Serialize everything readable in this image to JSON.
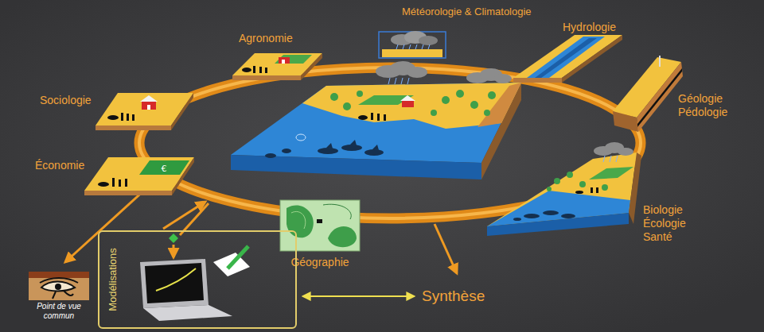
{
  "diagram": {
    "nodes": [
      {
        "text": [
          "Météorologie & Climatologie"
        ]
      },
      {
        "text": [
          "Agronomie"
        ]
      },
      {
        "text": [
          "Hydrologie"
        ]
      },
      {
        "text": [
          "Sociologie"
        ]
      },
      {
        "text": [
          "Géologie Pédologie"
        ]
      },
      {
        "text": [
          "Économie"
        ]
      },
      {
        "text": [
          "Biologie Écologie Santé"
        ]
      },
      {
        "text": [
          "Géographie"
        ]
      },
      {
        "text": [
          "Modélisations"
        ]
      },
      {
        "text": [
          "Point de vue commun"
        ]
      },
      {
        "text": [
          "Synthèse"
        ]
      }
    ],
    "edges": [
      {
        "from": 8,
        "to": 10,
        "arrow": "both"
      }
    ]
  }
}
